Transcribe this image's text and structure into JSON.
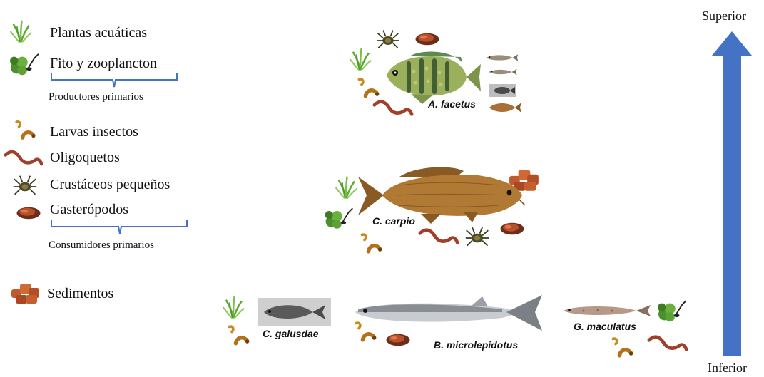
{
  "legend": {
    "items": [
      {
        "label": "Plantas acuáticas",
        "icon": "aquatic-plant-icon"
      },
      {
        "label": "Fito y zooplancton",
        "icon": "plankton-icon"
      },
      {
        "label": "Larvas insectos",
        "icon": "insect-larva-icon"
      },
      {
        "label": "Oligoquetos",
        "icon": "oligochaete-worm-icon"
      },
      {
        "label": "Crustáceos pequeños",
        "icon": "crustacean-icon"
      },
      {
        "label": "Gasterópodos",
        "icon": "gastropod-icon"
      },
      {
        "label": "Sedimentos",
        "icon": "sediment-icon"
      }
    ],
    "group_primary_producers": "Productores primarios",
    "group_primary_consumers": "Consumidores primarios"
  },
  "species": {
    "a_facetus": "A. facetus",
    "c_carpio": "C. carpio",
    "c_galusdae": "C. galusdae",
    "b_microlepidotus": "B. microlepidotus",
    "g_maculatus": "G. maculatus"
  },
  "axis": {
    "top": "Superior",
    "bottom": "Inferior",
    "arrow_color": "#4472C4"
  },
  "colors": {
    "bracket": "#4472C4",
    "plant": "#6FB43F",
    "worm": "#A0402A",
    "larva": "#C98A1E",
    "sediment": "#C0592C"
  }
}
